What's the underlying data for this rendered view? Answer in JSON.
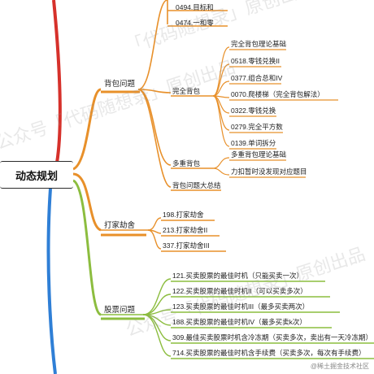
{
  "root": {
    "label": "动态规划"
  },
  "topics": {
    "backpack": {
      "label": "背包问题"
    },
    "complete": {
      "label": "完全背包"
    },
    "multi": {
      "label": "多重背包"
    },
    "summary": {
      "label": "背包问题大总结"
    },
    "robber": {
      "label": "打家劫舍"
    },
    "stock": {
      "label": "股票问题"
    }
  },
  "leaves": {
    "top": [
      "0494.目标和",
      "0474.一和零"
    ],
    "complete": [
      "完全背包理论基础",
      "0518.零钱兑换II",
      "0377.组合总和IV",
      "0070.爬楼梯（完全背包解法）",
      "0322.零钱兑换",
      "0279.完全平方数",
      "0139.单词拆分"
    ],
    "multi": [
      "多重背包理论基础",
      "力扣暂时没发现对应题目"
    ],
    "robber": [
      "198.打家劫舍",
      "213.打家劫舍II",
      "337.打家劫舍III"
    ],
    "stock": [
      "121.买卖股票的最佳时机（只能买卖一次）",
      "122.买卖股票的最佳时机II（可以买卖多次）",
      "123.买卖股票的最佳时机III（最多买卖两次）",
      "188.买卖股票的最佳时机IV（最多买卖k次）",
      "309.最佳买卖股票时机含冷冻期（买卖多次，卖出有一天冷冻期）",
      "714.买卖股票的最佳时机含手续费（买卖多次，每次有手续费）"
    ]
  },
  "watermarks": [
    "公众号「代码随想录」原创出品",
    "公众号「代码随想录」原创出品",
    "「代码随想录」原创出品"
  ],
  "corner_credit": "@稀土掘金技术社区",
  "colors": {
    "red": "#d6312b",
    "blue": "#2f7fd6",
    "orange": "#e8902a",
    "green": "#8cbd3f"
  }
}
